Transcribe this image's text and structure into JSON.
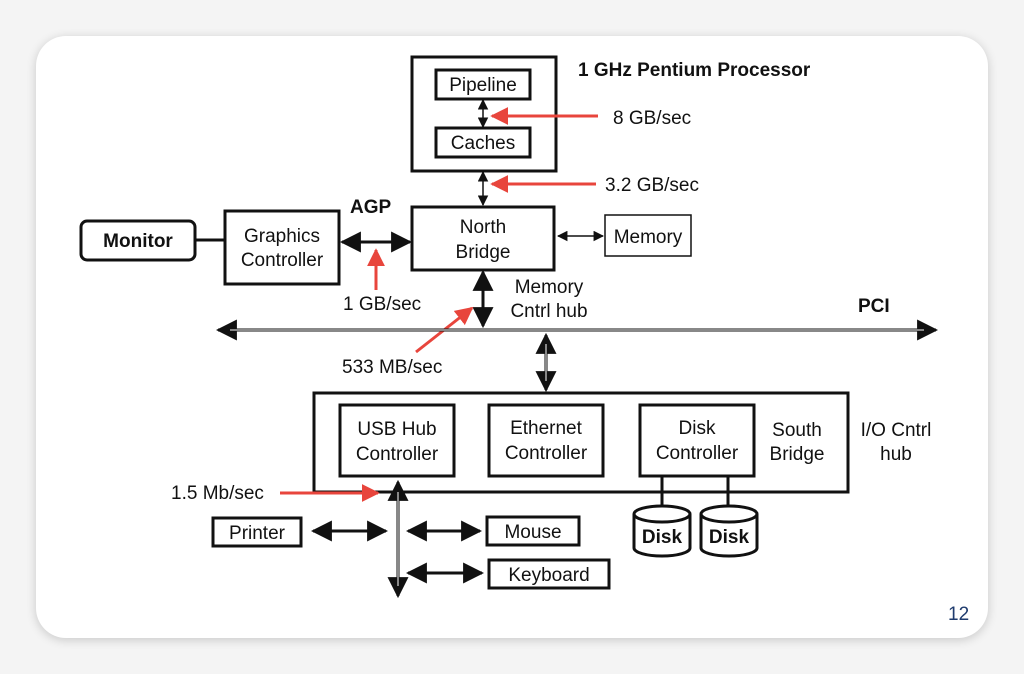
{
  "slide": {
    "page_number": "12"
  },
  "colors": {
    "accent_arrow": "#e8453c",
    "box_stroke": "#111111",
    "page_number": "#1f3b6e"
  },
  "labels": {
    "processor_title": "1 GHz Pentium Processor",
    "pipeline": "Pipeline",
    "caches": "Caches",
    "bw_pipeline_caches": "8 GB/sec",
    "bw_processor_bridge": "3.2 GB/sec",
    "agp": "AGP",
    "monitor": "Monitor",
    "graphics_controller_l1": "Graphics",
    "graphics_controller_l2": "Controller",
    "north_bridge_l1": "North",
    "north_bridge_l2": "Bridge",
    "memory": "Memory",
    "bw_agp": "1 GB/sec",
    "memory_hub_l1": "Memory",
    "memory_hub_l2": "Cntrl hub",
    "pci": "PCI",
    "bw_pci": "533 MB/sec",
    "usb_hub_l1": "USB Hub",
    "usb_hub_l2": "Controller",
    "ethernet_l1": "Ethernet",
    "ethernet_l2": "Controller",
    "disk_controller_l1": "Disk",
    "disk_controller_l2": "Controller",
    "south_bridge_l1": "South",
    "south_bridge_l2": "Bridge",
    "io_hub_l1": "I/O Cntrl",
    "io_hub_l2": "hub",
    "bw_usb": "1.5 Mb/sec",
    "printer": "Printer",
    "mouse": "Mouse",
    "keyboard": "Keyboard",
    "disk_1": "Disk",
    "disk_2": "Disk"
  }
}
